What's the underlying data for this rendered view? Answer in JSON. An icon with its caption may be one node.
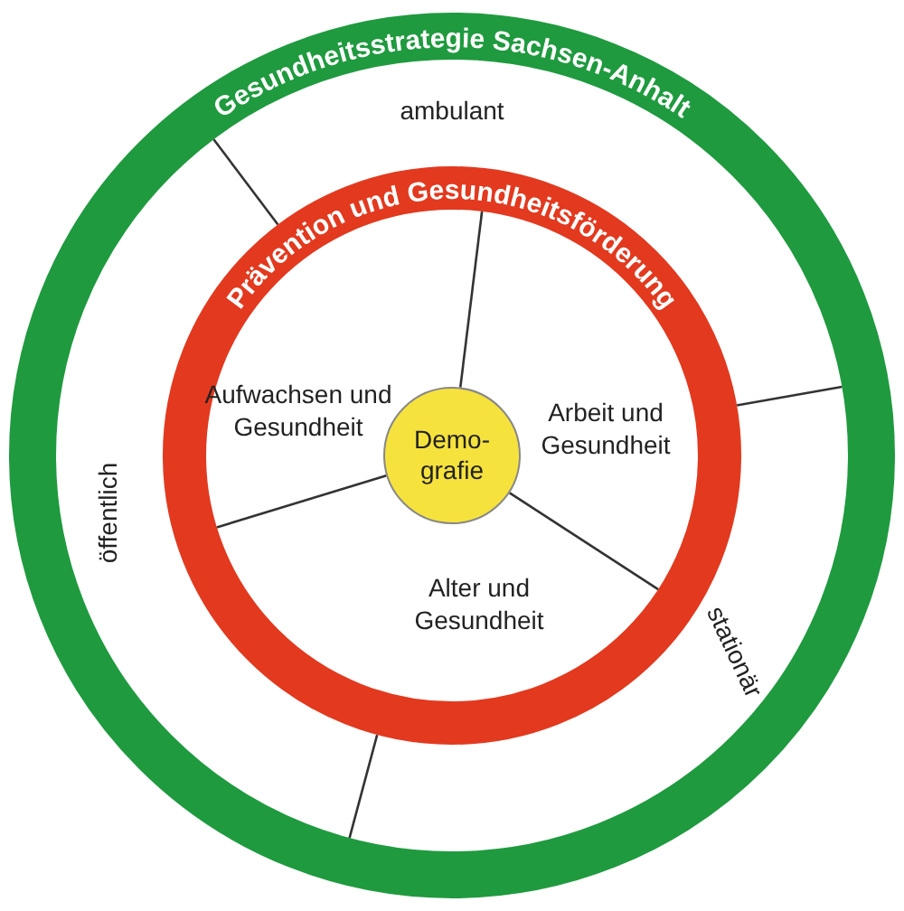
{
  "diagram": {
    "nodes": [
      {
        "text": [
          "Gesundheitsstrategie Sachsen-Anhalt"
        ]
      },
      {
        "text": [
          "ambulant"
        ],
        "in": 0
      },
      {
        "text": [
          "öffentlich"
        ],
        "in": 0
      },
      {
        "text": [
          "stationär"
        ],
        "in": 0
      },
      {
        "text": [
          "Prävention und Gesundheitsförderung"
        ],
        "in": 0
      },
      {
        "text": [
          "Aufwachsen und Gesundheit"
        ],
        "in": 4
      },
      {
        "text": [
          "Arbeit und Gesundheit"
        ],
        "in": 4
      },
      {
        "text": [
          "Alter und Gesundheit"
        ],
        "in": 4
      },
      {
        "text": [
          "Demo- grafie"
        ],
        "in": 4
      }
    ],
    "edges": []
  }
}
